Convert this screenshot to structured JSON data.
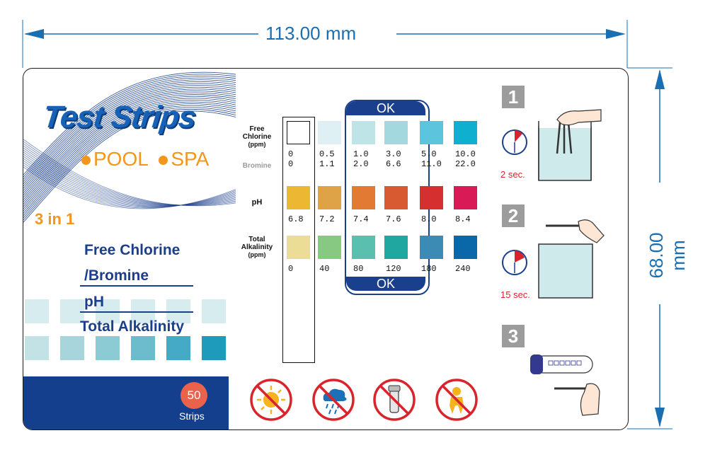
{
  "dimensions": {
    "width_label": "113.00 mm",
    "height_label": "68.00 mm"
  },
  "product": {
    "title": "Test Strips",
    "pool_label": "POOL",
    "spa_label": "SPA",
    "three_in_one": "3 in 1",
    "params": [
      "Free Chlorine",
      "/Bromine",
      "pH",
      "Total Alkalinity"
    ],
    "count": "50",
    "count_unit": "Strips"
  },
  "chart": {
    "ok_label": "OK",
    "rows": {
      "chlorine": {
        "label_lines": [
          "Free",
          "Chlorine",
          "(ppm)"
        ],
        "bromine_label": "Bromine",
        "values": [
          "0",
          "0.5",
          "1.0",
          "3.0",
          "5.0",
          "10.0"
        ],
        "bromine_values": [
          "0",
          "1.1",
          "2.0",
          "6.6",
          "11.0",
          "22.0"
        ],
        "colors": [
          "#ffffff",
          "#dff0f5",
          "#bfe4e8",
          "#a3d8df",
          "#5cc4dc",
          "#0fb0cf"
        ]
      },
      "ph": {
        "label_lines": [
          "pH"
        ],
        "values": [
          "6.8",
          "7.2",
          "7.4",
          "7.6",
          "8.0",
          "8.4"
        ],
        "colors": [
          "#ecb834",
          "#dda346",
          "#e37a34",
          "#d85a30",
          "#d5302f",
          "#d81a57"
        ]
      },
      "alkalinity": {
        "label_lines": [
          "Total",
          "Alkalinity",
          "(ppm)"
        ],
        "values": [
          "0",
          "40",
          "80",
          "120",
          "180",
          "240"
        ],
        "colors": [
          "#ecdd96",
          "#87c883",
          "#5bbfb0",
          "#20a8a0",
          "#3b8bb4",
          "#0a68a8"
        ]
      }
    }
  },
  "steps": [
    {
      "number": "1",
      "duration": "2 sec."
    },
    {
      "number": "2",
      "duration": "15 sec."
    },
    {
      "number": "3",
      "duration": ""
    }
  ],
  "warnings": [
    "no-sunlight-icon",
    "no-moisture-icon",
    "no-bottle-icon",
    "no-children-icon"
  ]
}
